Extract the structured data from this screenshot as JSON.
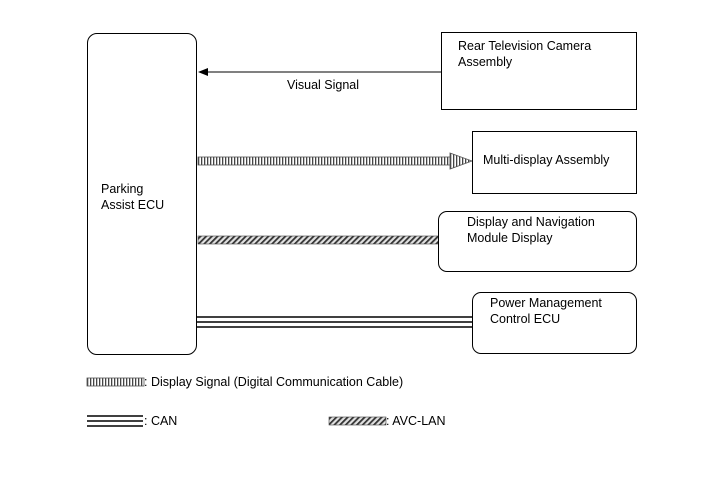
{
  "nodes": {
    "parking_ecu": {
      "label": "Parking\nAssist ECU"
    },
    "rear_camera": {
      "label": "Rear Television Camera\nAssembly"
    },
    "multi_display": {
      "label": "Multi-display Assembly"
    },
    "nav_display": {
      "label": "Display and Navigation\nModule Display"
    },
    "power_ecu": {
      "label": "Power Management\nControl ECU"
    }
  },
  "connections": {
    "visual_signal": {
      "label": "Visual Signal"
    }
  },
  "legend": {
    "display_signal": ": Display Signal (Digital Communication Cable)",
    "can": ": CAN",
    "avc_lan": ": AVC-LAN"
  }
}
